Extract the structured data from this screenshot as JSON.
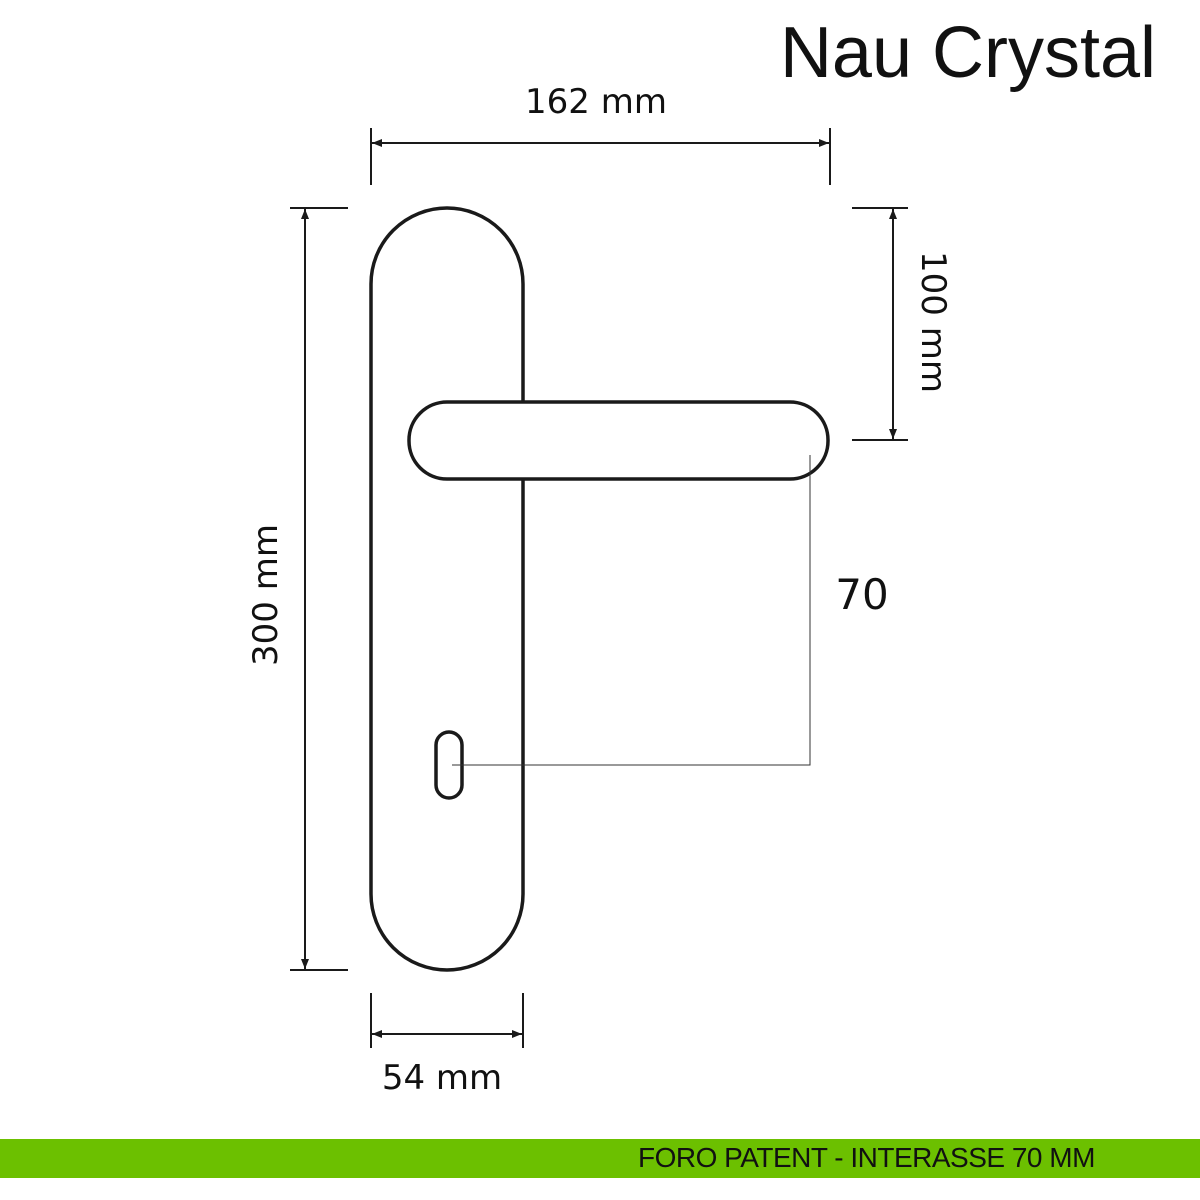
{
  "title": "Nau Crystal",
  "dimensions": {
    "width_total": "162 mm",
    "height_plate": "300 mm",
    "handle_height": "100 mm",
    "plate_width": "54 mm",
    "interaxis": "70"
  },
  "footer": "FORO PATENT - INTERASSE 70 MM",
  "colors": {
    "accent": "#6cc000",
    "line": "#1a1a1a"
  }
}
